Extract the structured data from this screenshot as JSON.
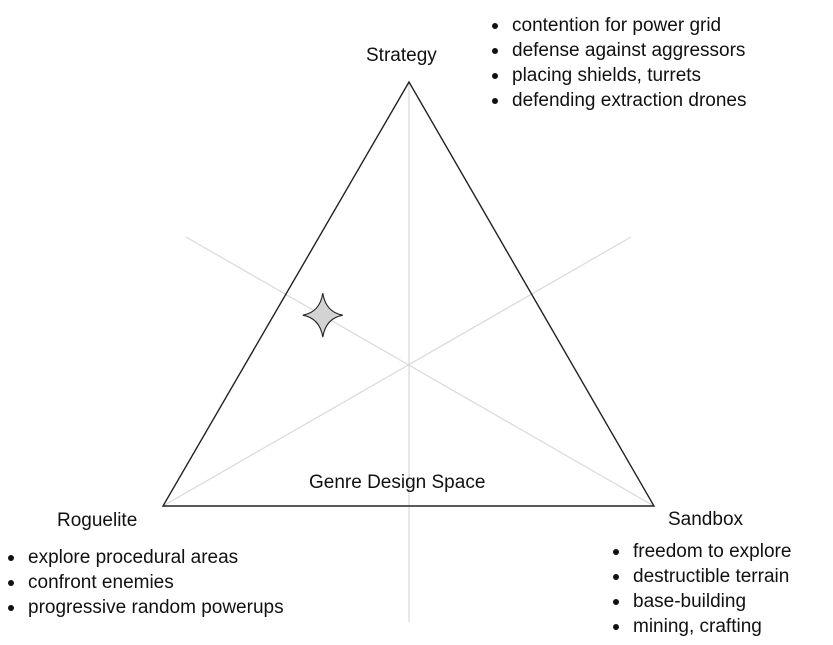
{
  "diagram": {
    "title": "Genre Design Space",
    "vertices": {
      "top": "Strategy",
      "left": "Roguelite",
      "right": "Sandbox"
    },
    "strategy_features": [
      "contention for power grid",
      "defense against aggressors",
      "placing shields, turrets",
      "defending extraction drones"
    ],
    "roguelite_features": [
      "explore procedural areas",
      "confront enemies",
      "progressive random powerups"
    ],
    "sandbox_features": [
      "freedom to explore",
      "destructible terrain",
      "base-building",
      "mining, crafting"
    ],
    "marker": {
      "icon": "four-point-star-icon",
      "fill_color": "#d3d3d3",
      "position_weights": {
        "Strategy": 0.45,
        "Roguelite": 0.45,
        "Sandbox": 0.1
      }
    },
    "colors": {
      "triangle_stroke": "#222222",
      "guide_lines": "#d9d9d9"
    }
  }
}
